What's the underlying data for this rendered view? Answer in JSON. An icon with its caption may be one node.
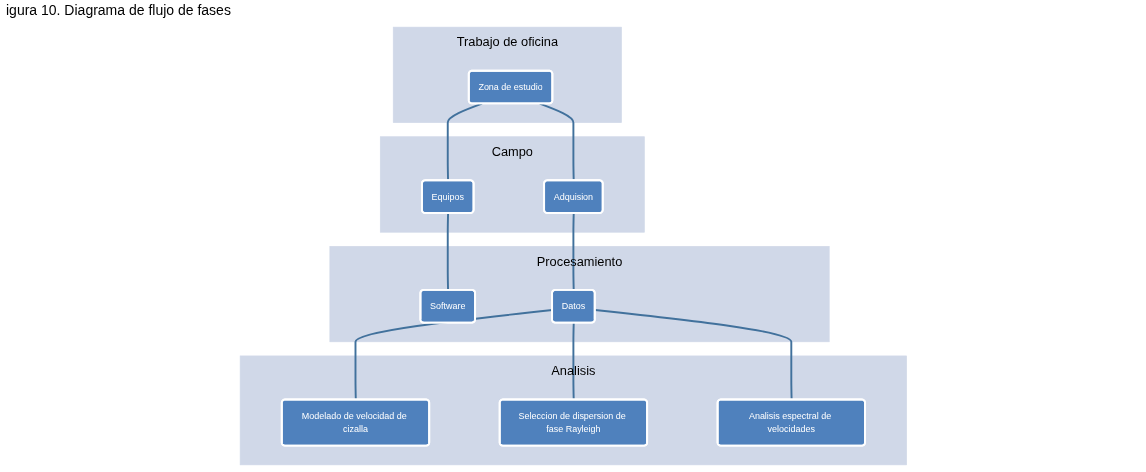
{
  "diagram": {
    "title": "igura 10. Diagrama de flujo de fases",
    "nodes": [
      {
        "text": [
          "Trabajo de oficina"
        ]
      },
      {
        "text": [
          "Zona de estudio"
        ],
        "in": 0
      },
      {
        "text": [
          "Campo"
        ]
      },
      {
        "text": [
          "Equipos"
        ],
        "in": 2
      },
      {
        "text": [
          "Adquision"
        ],
        "in": 2
      },
      {
        "text": [
          "Procesamiento"
        ]
      },
      {
        "text": [
          "Software"
        ],
        "in": 5
      },
      {
        "text": [
          "Datos"
        ],
        "in": 5
      },
      {
        "text": [
          "Analisis"
        ]
      },
      {
        "text": [
          "Modelado de velocidad de cizalla"
        ],
        "in": 8
      },
      {
        "text": [
          "Seleccion de dispersion de fase Rayleigh"
        ],
        "in": 8
      },
      {
        "text": [
          "Analisis espectral de velocidades"
        ],
        "in": 8
      }
    ],
    "edges": [
      {
        "from": 1,
        "to": 3,
        "arrow": "none"
      },
      {
        "from": 1,
        "to": 4,
        "arrow": "none"
      },
      {
        "from": 3,
        "to": 6,
        "arrow": "none"
      },
      {
        "from": 4,
        "to": 7,
        "arrow": "none"
      },
      {
        "from": 7,
        "to": 9,
        "arrow": "none"
      },
      {
        "from": 7,
        "to": 10,
        "arrow": "none"
      },
      {
        "from": 7,
        "to": 11,
        "arrow": "none"
      }
    ]
  }
}
